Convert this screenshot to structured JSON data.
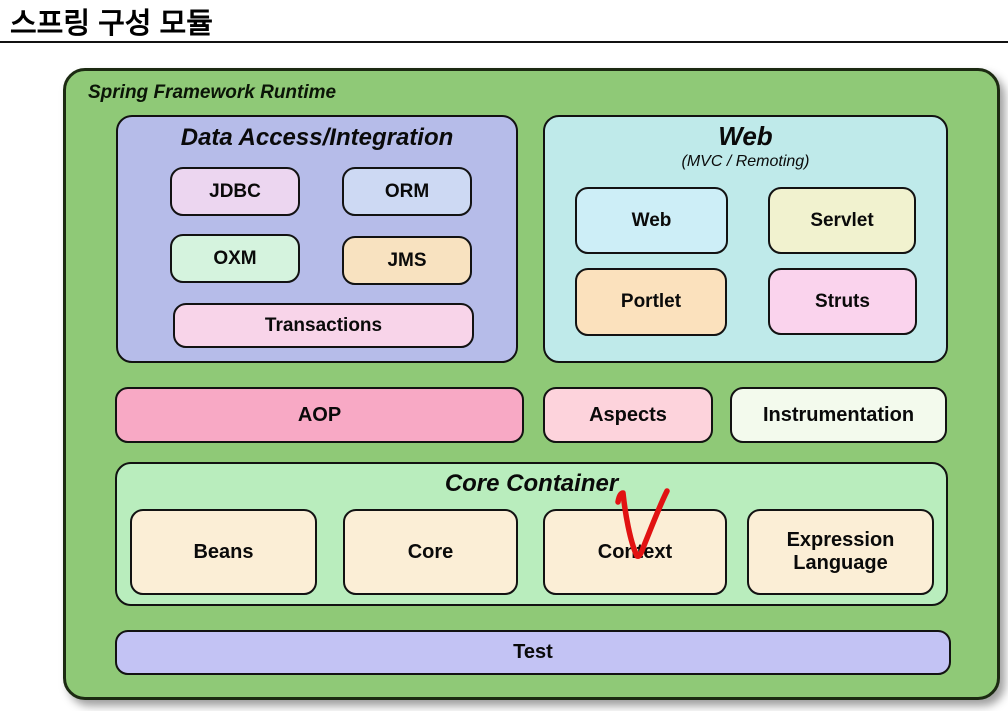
{
  "page": {
    "title": "스프링 구성 모듈"
  },
  "diagram": {
    "runtime_label": "Spring Framework Runtime",
    "data_access": {
      "title": "Data Access/Integration",
      "modules": [
        "JDBC",
        "ORM",
        "OXM",
        "JMS",
        "Transactions"
      ]
    },
    "web": {
      "title": "Web",
      "subtitle": "(MVC / Remoting)",
      "modules": [
        "Web",
        "Servlet",
        "Portlet",
        "Struts"
      ]
    },
    "middle": {
      "aop": "AOP",
      "aspects": "Aspects",
      "instrumentation": "Instrumentation"
    },
    "core": {
      "title": "Core Container",
      "modules": [
        "Beans",
        "Core",
        "Context",
        "Expression Language"
      ]
    },
    "test": {
      "label": "Test"
    },
    "annotation": {
      "type": "hand-drawn checkmark",
      "target": "Context",
      "color": "#e11212"
    }
  },
  "colors": {
    "runtime_bg": "#8fc977",
    "data_access_bg": "#b6bce9",
    "web_bg": "#bfeaea",
    "core_bg": "#b9edbd",
    "jdbc": "#ecd6f0",
    "orm": "#cdd9f3",
    "oxm": "#d5f3de",
    "jms": "#f8e2c0",
    "transactions": "#f8d4e9",
    "web_box": "#cdeef7",
    "servlet": "#f1f2cf",
    "portlet": "#fbe1bd",
    "struts": "#fad3ed",
    "aop": "#f8a9c5",
    "aspects": "#fdd3dc",
    "instrumentation": "#f3faed",
    "core_box": "#fbeed6",
    "test": "#c3c3f4",
    "border": "#121212"
  }
}
